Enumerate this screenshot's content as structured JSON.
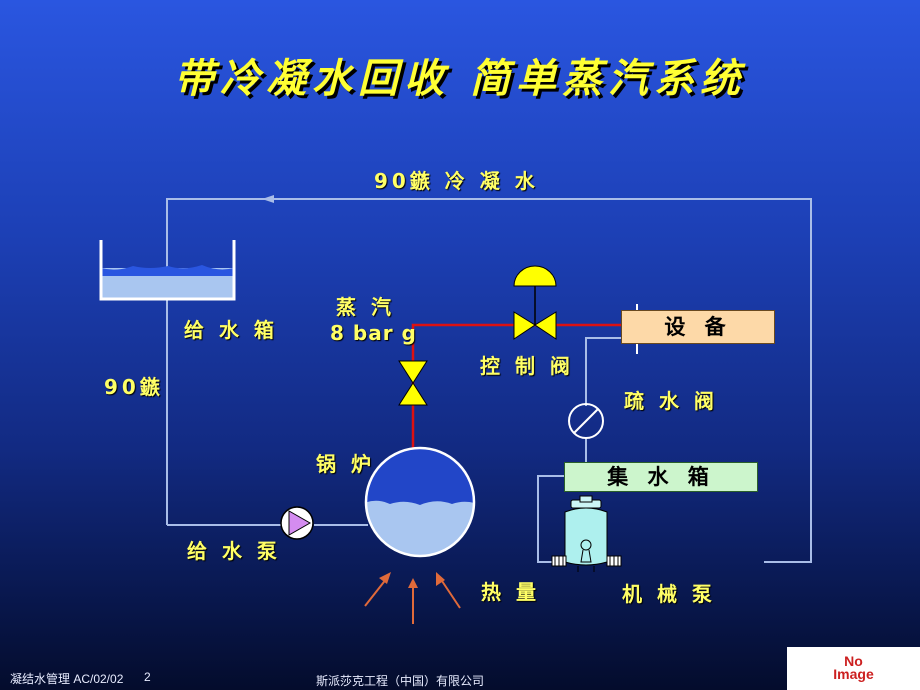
{
  "title": "带冷凝水回收 简单蒸汽系统",
  "labels": {
    "condensate_return": "90鏃 冷 凝 水",
    "feed_tank": "给 水 箱",
    "return_temp": "90鏃",
    "steam": "蒸 汽",
    "pressure": "8 bar g",
    "control_valve": "控 制 阀",
    "equipment": "设 备",
    "trap": "疏 水 阀",
    "boiler": "锅 炉",
    "collection_tank": "集 水 箱",
    "feed_pump": "给 水 泵",
    "heat": "热 量",
    "mech_pump": "机 械 泵"
  },
  "footer": {
    "doc_ref": "凝结水管理 AC/02/02",
    "page": "2",
    "company": "斯派莎克工程（中国）有限公司"
  },
  "badge": {
    "line1": "No",
    "line2": "Image"
  },
  "colors": {
    "title": "#ffff33",
    "label": "#ffff66",
    "steam_line": "#dd1111",
    "condensate_line": "#a9bde8",
    "valve": "#ffff00",
    "water": "#a9c6f0",
    "equipment_box": "#fdd9a8",
    "collection_box": "#ccf5cc",
    "heat_arrow": "#e06a3a"
  }
}
